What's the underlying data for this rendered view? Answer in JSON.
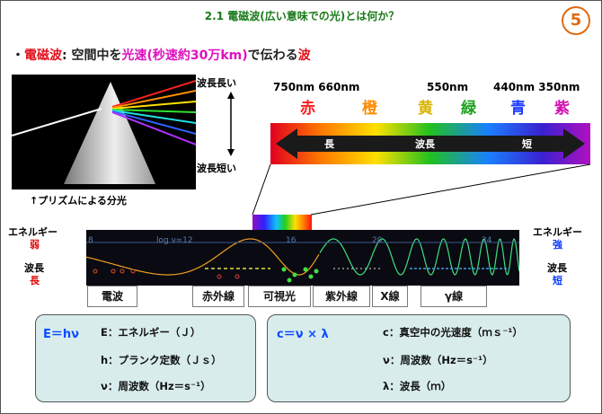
{
  "slide": {
    "title": "2.1 電磁波(広い意味での光)とは何か？",
    "page_number": "5",
    "headline": {
      "bullet": "・",
      "term": "電磁波",
      "colon": ": 空間中を",
      "speed": "光速(秒速約30万km)",
      "middle": "で伝わる",
      "wave": "波"
    }
  },
  "prism": {
    "long_label": "波長長い",
    "short_label": "波長短い",
    "caption": "↑プリズムによる分光"
  },
  "visible": {
    "nm_left": "750nm 660nm",
    "nm_mid": "550nm",
    "nm_right": "440nm 350nm",
    "colors": [
      {
        "label": "赤",
        "hex": "#ff1a1a"
      },
      {
        "label": "橙",
        "hex": "#ff8a00"
      },
      {
        "label": "黄",
        "hex": "#d8b400"
      },
      {
        "label": "緑",
        "hex": "#1aa01a"
      },
      {
        "label": "青",
        "hex": "#1a3aff"
      },
      {
        "label": "紫",
        "hex": "#d010b0"
      }
    ],
    "arrow_left": "長",
    "arrow_mid": "波長",
    "arrow_right": "短"
  },
  "spectrum": {
    "left_top": "エネルギー",
    "left_weak": "弱",
    "left_wl": "波長",
    "left_long": "長",
    "right_top": "エネルギー",
    "right_strong": "強",
    "right_wl": "波長",
    "right_short": "短",
    "ticks": [
      "8",
      "log ν=12",
      "16",
      "20",
      "24"
    ],
    "categories": [
      "電波",
      "赤外線",
      "可視光",
      "紫外線",
      "X線",
      "γ線"
    ]
  },
  "formula_left": {
    "eq": "E＝hν",
    "l1": "E：エネルギー（Ｊ）",
    "l2": "h：プランク定数（Ｊｓ）",
    "l3": "ν：周波数（Hz＝s⁻¹）"
  },
  "formula_right": {
    "eq": "c＝ν × λ",
    "l1": "c：真空中の光速度（ｍｓ⁻¹）",
    "l2": "ν：周波数（Hz＝s⁻¹）",
    "l3": "λ：波長（ｍ）"
  }
}
